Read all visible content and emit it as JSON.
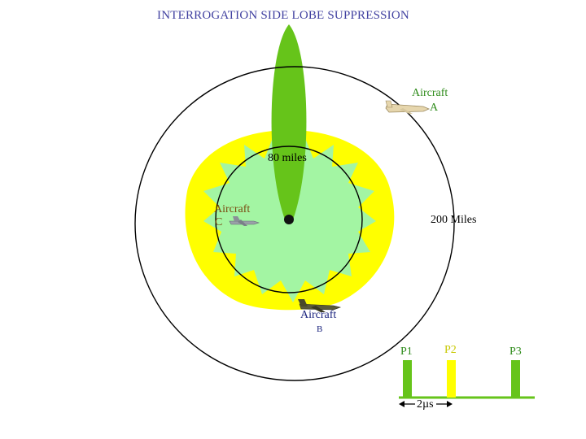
{
  "title": "INTERROGATION SIDE LOBE SUPPRESSION",
  "labels": {
    "aircraft_a_1": "Aircraft",
    "aircraft_a_2": "A",
    "aircraft_b_1": "Aircraft",
    "aircraft_b_2": "B",
    "aircraft_c_1": "Aircraft",
    "aircraft_c_2": "C",
    "inner_range": "80 miles",
    "outer_range": "200 Miles"
  },
  "pulses": {
    "p1": "P1",
    "p2": "P2",
    "p3": "P3",
    "spacing": "2µs"
  },
  "colors": {
    "main_beam": "#66c41a",
    "side_lobes": "#a3f5a3",
    "suppression_pattern": "#ffff00",
    "title_text": "#4040a0",
    "aircraft_a_text": "#2e8b1a",
    "aircraft_b_text": "#1a237e",
    "aircraft_c_text": "#7a4a10",
    "pulse_green": "#66c41a",
    "pulse_yellow": "#ffff00"
  }
}
